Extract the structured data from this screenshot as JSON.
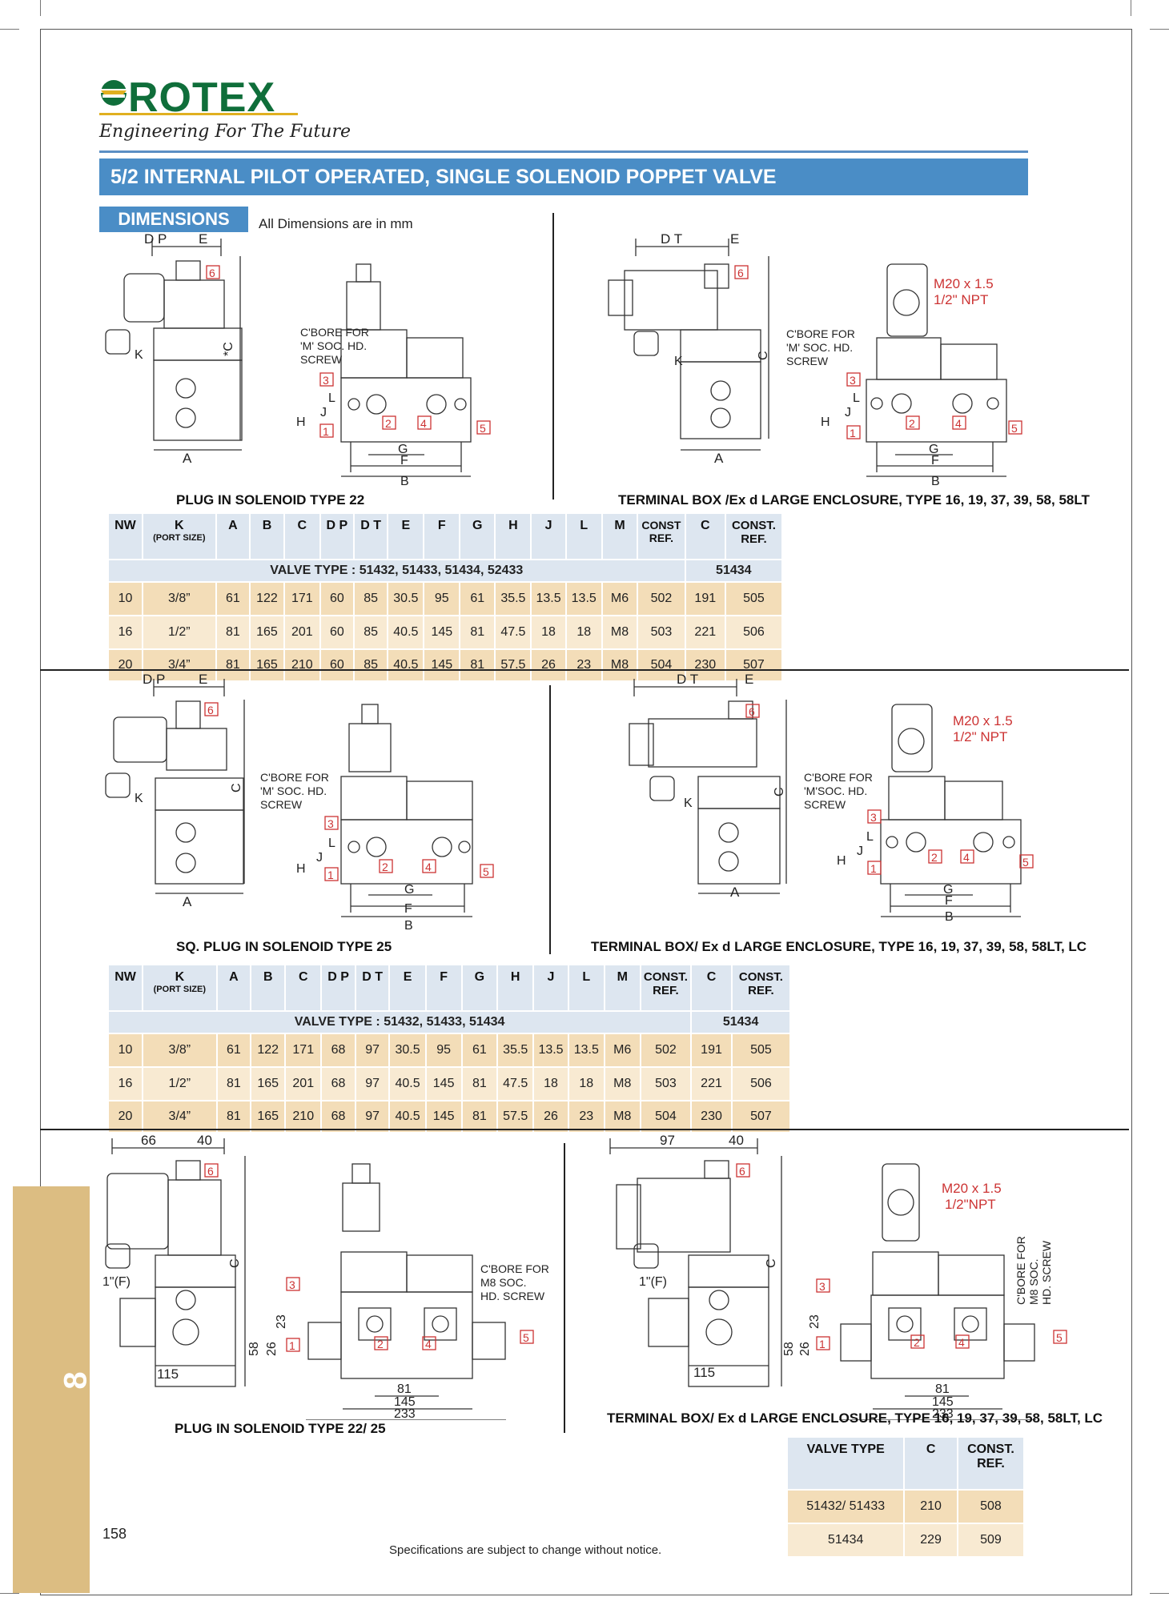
{
  "header": {
    "brand": "ROTEX",
    "tagline": "Engineering For The Future",
    "title": "5/2 INTERNAL PILOT OPERATED, SINGLE SOLENOID POPPET VALVE",
    "section_tag": "DIMENSIONS",
    "section_note": "All Dimensions are in mm"
  },
  "captions": {
    "d1_left": "PLUG IN SOLENOID TYPE 22",
    "d1_right": "TERMINAL BOX /Ex d LARGE ENCLOSURE, TYPE 16, 19, 37, 39, 58, 58LT",
    "d2_left": "SQ. PLUG IN SOLENOID TYPE 25",
    "d2_right": "TERMINAL BOX/ Ex d LARGE ENCLOSURE, TYPE 16, 19, 37, 39, 58, 58LT, LC",
    "d3_left": "PLUG IN SOLENOID TYPE 22/ 25",
    "d3_right": "TERMINAL BOX/ Ex d LARGE ENCLOSURE, TYPE 16, 19, 37, 39, 58, 58LT, LC"
  },
  "drawing_labels": {
    "dp": "D P",
    "dt": "D T",
    "e": "E",
    "c": "C",
    "c_star": "*C",
    "k": "K",
    "a": "A",
    "b": "B",
    "f": "F",
    "g": "G",
    "h": "H",
    "j": "J",
    "l": "L",
    "p1": "1",
    "p2": "2",
    "p3": "3",
    "p4": "4",
    "p5": "5",
    "p6": "6",
    "cbore_1": "C'BORE FOR",
    "cbore_2": "'M' SOC. HD.",
    "cbore_2b": "'M'SOC. HD.",
    "cbore_3": "SCREW",
    "cbore_m8_1": "C'BORE FOR",
    "cbore_m8_2": "M8 SOC.",
    "cbore_m8_3": "HD. SCREW",
    "m20": "M20 x 1.5",
    "npt": "1/2\" NPT",
    "npt2": "1/2\"NPT",
    "d66": "66",
    "d40": "40",
    "d97": "97",
    "d115": "115",
    "d81": "81",
    "d145": "145",
    "d233": "233",
    "d58": "58",
    "d26": "26",
    "d23": "23",
    "f1": "1\"(F)"
  },
  "table1": {
    "headers": [
      "NW",
      "K",
      "A",
      "B",
      "C",
      "D P",
      "D T",
      "E",
      "F",
      "G",
      "H",
      "J",
      "L",
      "M",
      "CONST REF.",
      "C",
      "CONST. REF."
    ],
    "k_sub": "(PORT SIZE)",
    "valve_types": "VALVE TYPE : 51432, 51433, 51434, 52433",
    "valve_types_right": "51434",
    "rows": [
      [
        "10",
        "3/8”",
        "61",
        "122",
        "171",
        "60",
        "85",
        "30.5",
        "95",
        "61",
        "35.5",
        "13.5",
        "13.5",
        "M6",
        "502",
        "191",
        "505"
      ],
      [
        "16",
        "1/2”",
        "81",
        "165",
        "201",
        "60",
        "85",
        "40.5",
        "145",
        "81",
        "47.5",
        "18",
        "18",
        "M8",
        "503",
        "221",
        "506"
      ],
      [
        "20",
        "3/4”",
        "81",
        "165",
        "210",
        "60",
        "85",
        "40.5",
        "145",
        "81",
        "57.5",
        "26",
        "23",
        "M8",
        "504",
        "230",
        "507"
      ]
    ]
  },
  "table2": {
    "headers": [
      "NW",
      "K",
      "A",
      "B",
      "C",
      "D P",
      "D T",
      "E",
      "F",
      "G",
      "H",
      "J",
      "L",
      "M",
      "CONST. REF.",
      "C",
      "CONST. REF."
    ],
    "k_sub": "(PORT SIZE)",
    "valve_types": "VALVE TYPE : 51432, 51433, 51434",
    "valve_types_right": "51434",
    "rows": [
      [
        "10",
        "3/8”",
        "61",
        "122",
        "171",
        "68",
        "97",
        "30.5",
        "95",
        "61",
        "35.5",
        "13.5",
        "13.5",
        "M6",
        "502",
        "191",
        "505"
      ],
      [
        "16",
        "1/2”",
        "81",
        "165",
        "201",
        "68",
        "97",
        "40.5",
        "145",
        "81",
        "47.5",
        "18",
        "18",
        "M8",
        "503",
        "221",
        "506"
      ],
      [
        "20",
        "3/4”",
        "81",
        "165",
        "210",
        "68",
        "97",
        "40.5",
        "145",
        "81",
        "57.5",
        "26",
        "23",
        "M8",
        "504",
        "230",
        "507"
      ]
    ]
  },
  "table3": {
    "headers": [
      "VALVE TYPE",
      "C",
      "CONST. REF."
    ],
    "rows": [
      [
        "51432/ 51433",
        "210",
        "508"
      ],
      [
        "51434",
        "229",
        "509"
      ]
    ]
  },
  "side_tab": "8",
  "page_number": "158",
  "footer": "Specifications are subject to change without notice."
}
